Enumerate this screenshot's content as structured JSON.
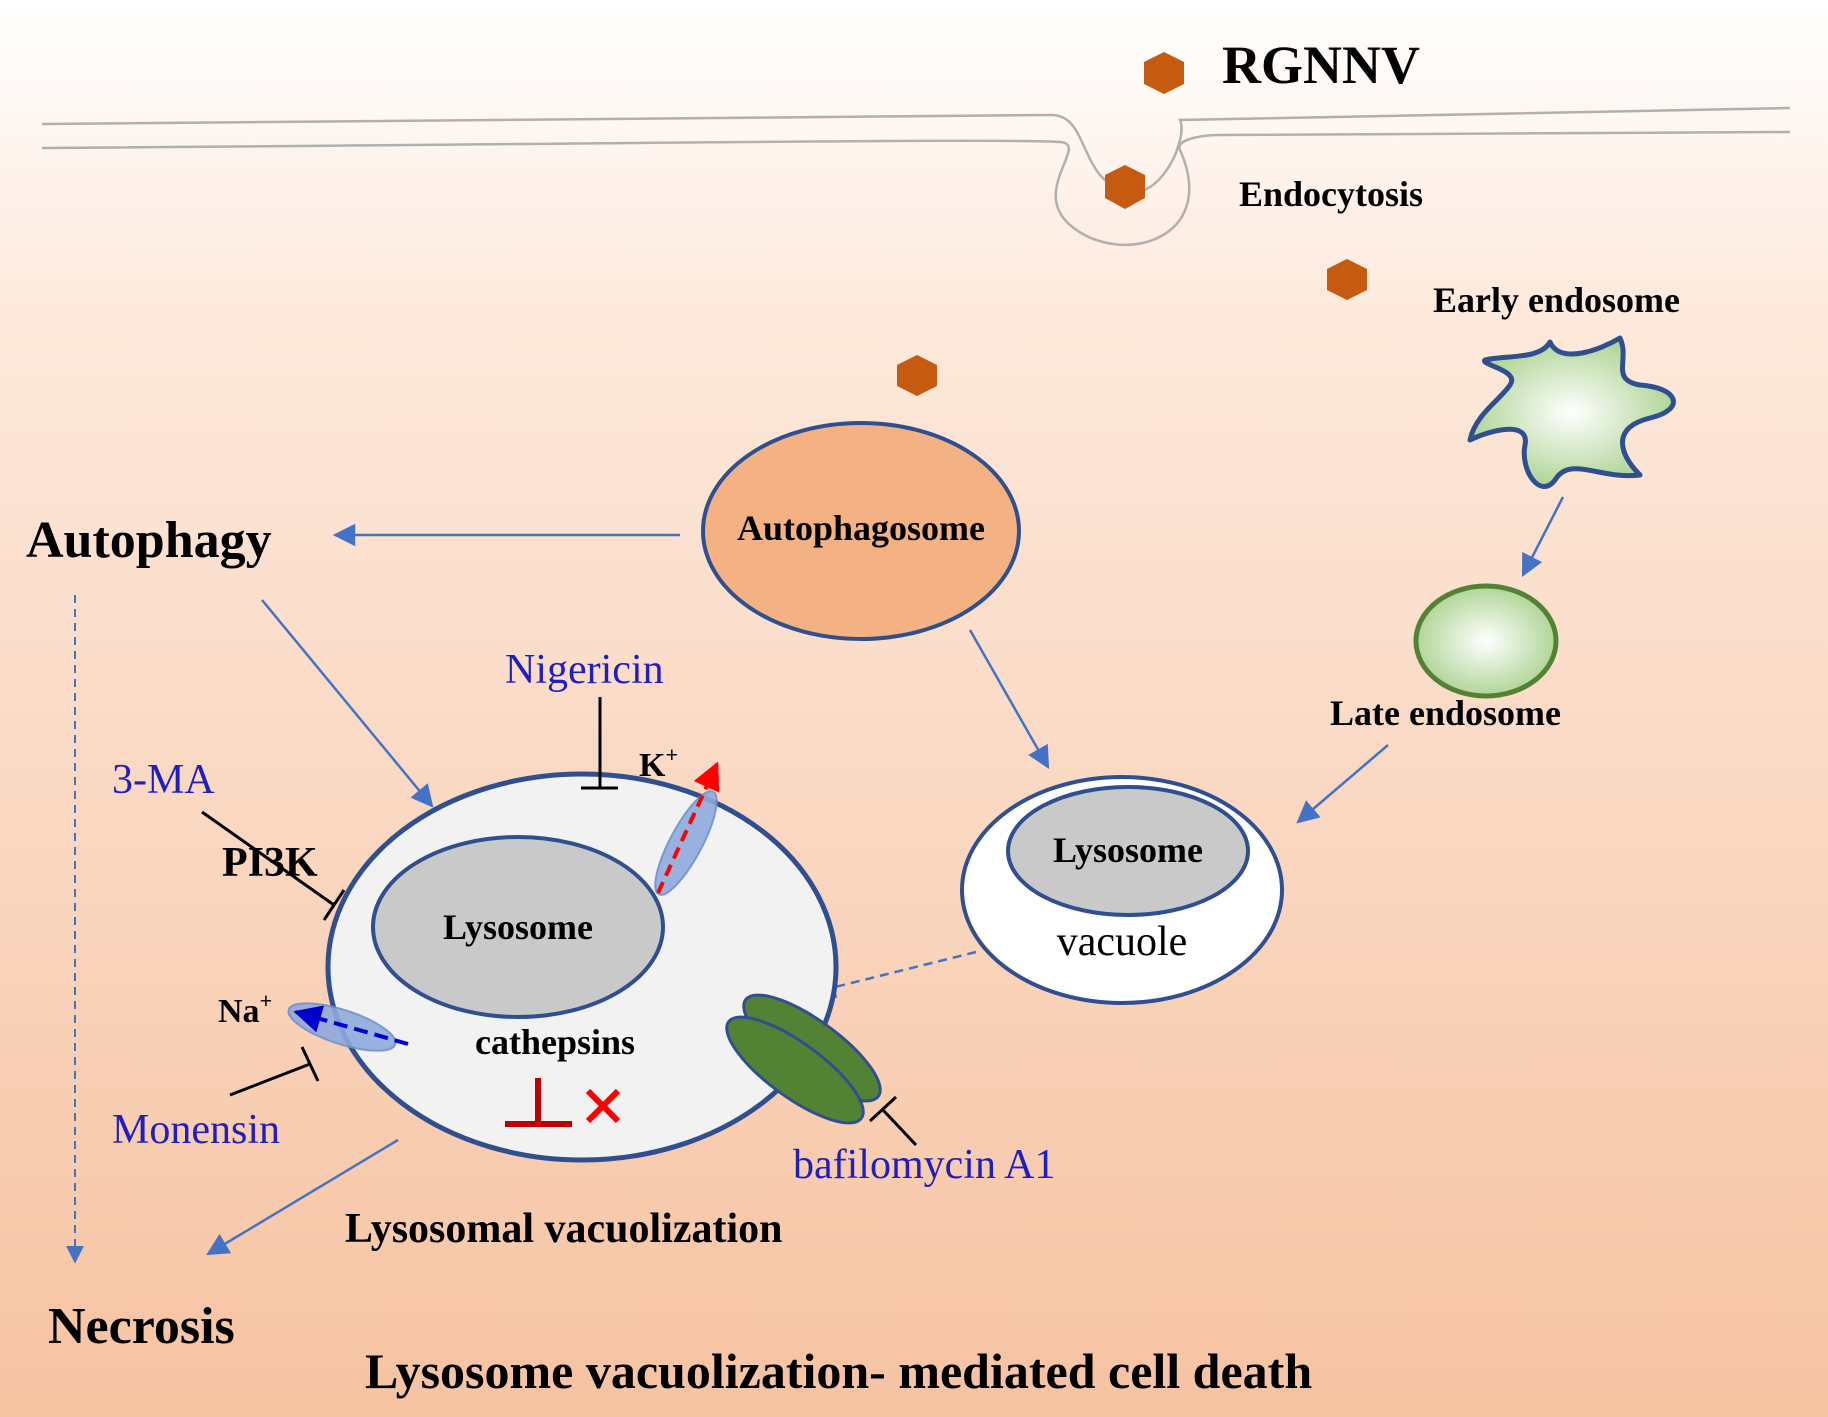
{
  "virus": {
    "label": "RGNNV"
  },
  "labels": {
    "endocytosis": "Endocytosis",
    "early_endosome": "Early endosome",
    "late_endosome": "Late endosome",
    "autophagosome": "Autophagosome",
    "autophagy": "Autophagy",
    "necrosis": "Necrosis",
    "lysosome_left": "Lysosome",
    "lysosome_right": "Lysosome",
    "vacuole": "vacuole",
    "cathepsins": "cathepsins",
    "pi3k": "PI3K",
    "k_ion": "K",
    "na_ion": "Na",
    "ion_charge": "+",
    "lysosomal_vacuolization": "Lysosomal vacuolization",
    "footer_title": "Lysosome vacuolization- mediated cell death"
  },
  "drugs": {
    "nigericin": "Nigericin",
    "three_ma": "3-MA",
    "monensin": "Monensin",
    "bafilomycin": "bafilomycin A1"
  },
  "colors": {
    "background_top": "#ffffff",
    "background_bottom": "#f6c3a2",
    "virus": "#c55a11",
    "arrow_blue": "#4472c4",
    "drug_text": "#1f1fbf",
    "membrane": "#2f4f8f",
    "autophagosome_fill": "#f4b183",
    "lysosome_fill": "#c9c9c9",
    "vacuole_fill": "#f2f2f2",
    "endosome_green": "#70ad47",
    "proton_pump": "#548235",
    "inhibit_red": "#c00000",
    "channel_blue": "#8faadc"
  }
}
